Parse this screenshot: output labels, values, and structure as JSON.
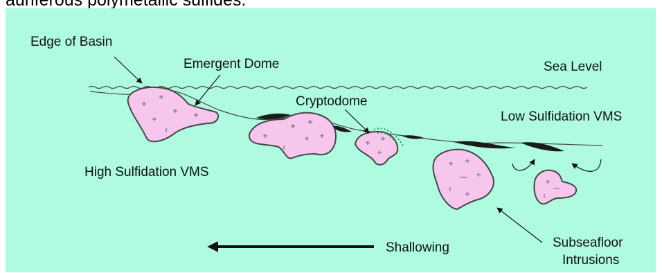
{
  "caption": "auriferous polymetallic sulfides.",
  "labels": {
    "edge_of_basin": "Edge of Basin",
    "emergent_dome": "Emergent Dome",
    "sea_level": "Sea Level",
    "cryptodome": "Cryptodome",
    "low_sulfidation": "Low Sulfidation VMS",
    "high_sulfidation": "High Sulfidation VMS",
    "shallowing": "Shallowing",
    "subseafloor_line1": "Subseafloor",
    "subseafloor_line2": "Intrusions"
  },
  "colors": {
    "background": "#aefbe0",
    "dome_fill": "#f6c6ec",
    "outline": "#555555",
    "sulfide": "#1a1a1a",
    "breccia": "#2e9a60"
  }
}
